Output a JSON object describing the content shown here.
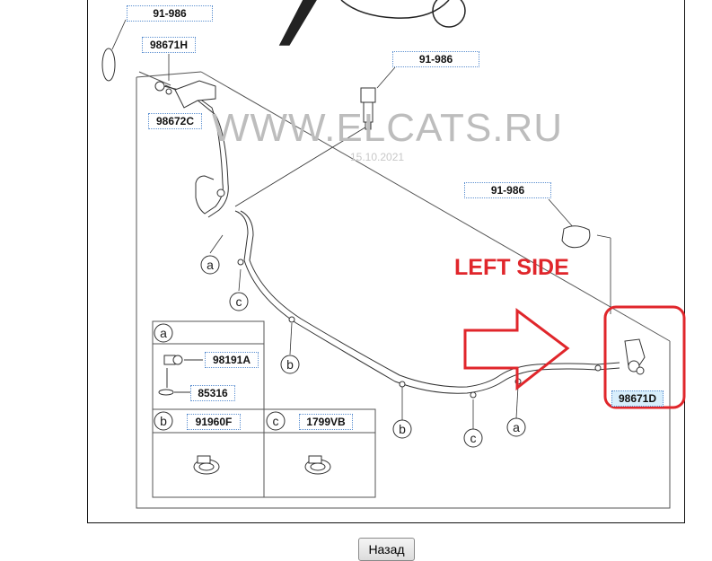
{
  "labels": {
    "top_left_code": "91-986",
    "code_98671H": "98671H",
    "code_98672C": "98672C",
    "nozzle_code": "91-986",
    "right_code": "91-986",
    "code_98671D": "98671D",
    "legend_a_part1": "98191A",
    "legend_a_part2": "85316",
    "legend_b_part": "91960F",
    "legend_c_part": "1799VB"
  },
  "callouts": {
    "a": "a",
    "b": "b",
    "c": "c"
  },
  "watermark": {
    "text": "WWW.ELCATS.RU",
    "date": "15.10.2021"
  },
  "annotation": {
    "side_label": "LEFT SIDE",
    "highlight_color": "#e0262b"
  },
  "navigation": {
    "back_label": "Назад"
  }
}
